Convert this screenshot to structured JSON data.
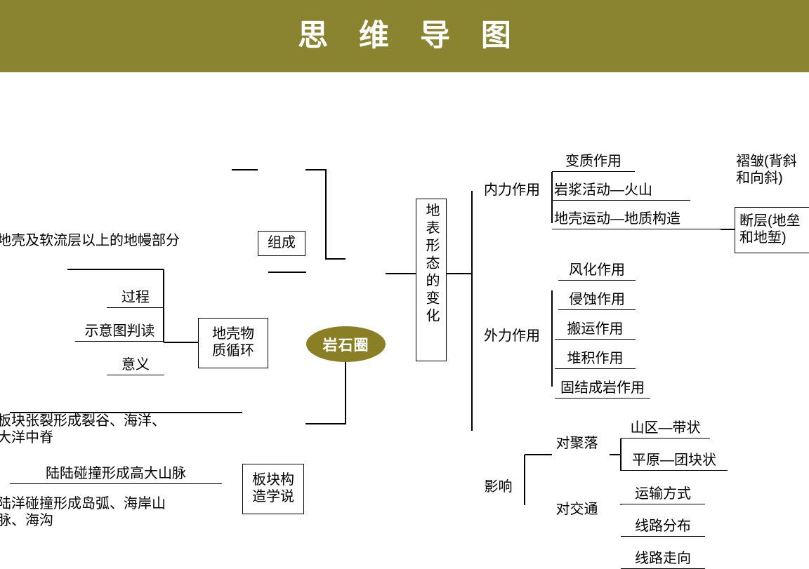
{
  "header": {
    "title": "思 维 导 图"
  },
  "colors": {
    "header_background": "#8a8330",
    "header_text": "#ffffff",
    "ellipse_fill": "#8a7f24",
    "ellipse_text": "#ffffff",
    "line": "#000000",
    "page_background": "#ffffff"
  },
  "center": {
    "label": "岩石圈"
  },
  "left_branch": {
    "composition": {
      "node_label": "组成",
      "detail": "地壳及软流层以上的地幔部分"
    },
    "crust_cycle": {
      "node_label": "地壳物\n质循环",
      "items": [
        {
          "label": "过程"
        },
        {
          "label": "示意图判读"
        },
        {
          "label": "意义"
        }
      ]
    },
    "plate_tectonics": {
      "node_label": "板块构\n造学说",
      "items": [
        {
          "label": "板块张裂形成裂谷、海洋、\n大洋中脊"
        },
        {
          "label": "陆陆碰撞形成高大山脉"
        },
        {
          "label": "陆洋碰撞形成岛弧、海岸山\n脉、海沟"
        }
      ]
    }
  },
  "right_branch": {
    "node_label": "地表形态的变化",
    "groups": [
      {
        "label": "内力作用",
        "items": [
          {
            "label": "变质作用"
          },
          {
            "label": "岩浆活动—火山"
          },
          {
            "label": "地壳运动—地质构造",
            "children": [
              {
                "label": "褶皱(背斜\n和向斜)"
              },
              {
                "label": "断层(地垒\n和地堑)"
              }
            ]
          }
        ]
      },
      {
        "label": "外力作用",
        "items": [
          {
            "label": "风化作用"
          },
          {
            "label": "侵蚀作用"
          },
          {
            "label": "搬运作用"
          },
          {
            "label": "堆积作用"
          },
          {
            "label": "固结成岩作用"
          }
        ]
      },
      {
        "label": "影响",
        "items": [
          {
            "label": "对聚落",
            "children": [
              {
                "label": "山区—带状"
              },
              {
                "label": "平原—团块状"
              }
            ]
          },
          {
            "label": "对交通",
            "children": [
              {
                "label": "运输方式"
              },
              {
                "label": "线路分布"
              },
              {
                "label": "线路走向"
              }
            ]
          }
        ]
      }
    ]
  }
}
